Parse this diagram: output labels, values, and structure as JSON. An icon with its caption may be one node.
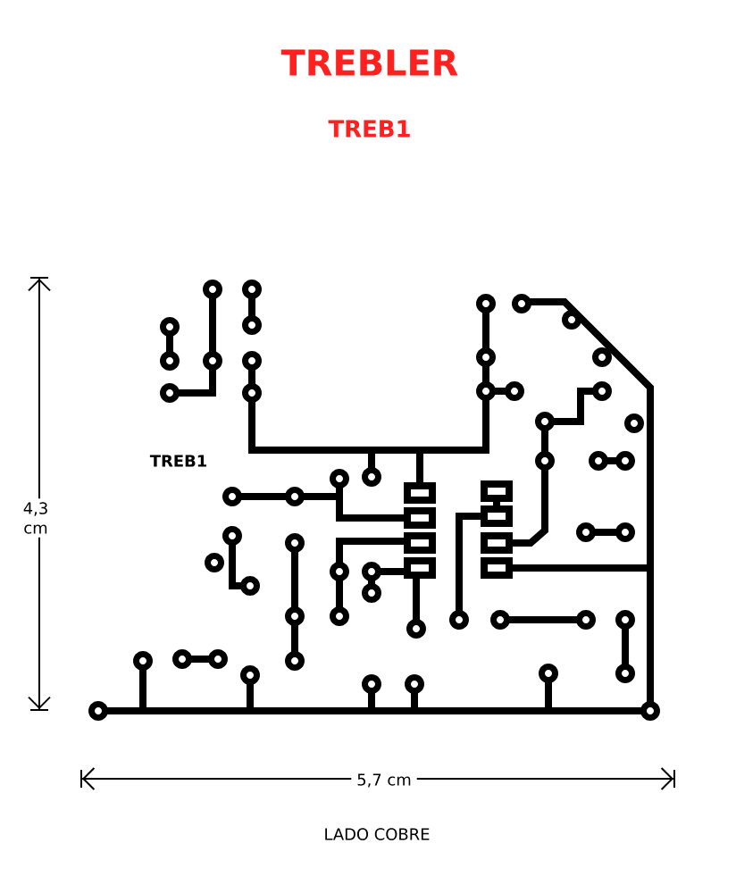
{
  "diagram": {
    "title": "TREBLER",
    "labels": [
      "TREB1",
      "TREB1",
      "4,3 cm",
      "5,7 cm",
      "LADO COBRE"
    ]
  }
}
